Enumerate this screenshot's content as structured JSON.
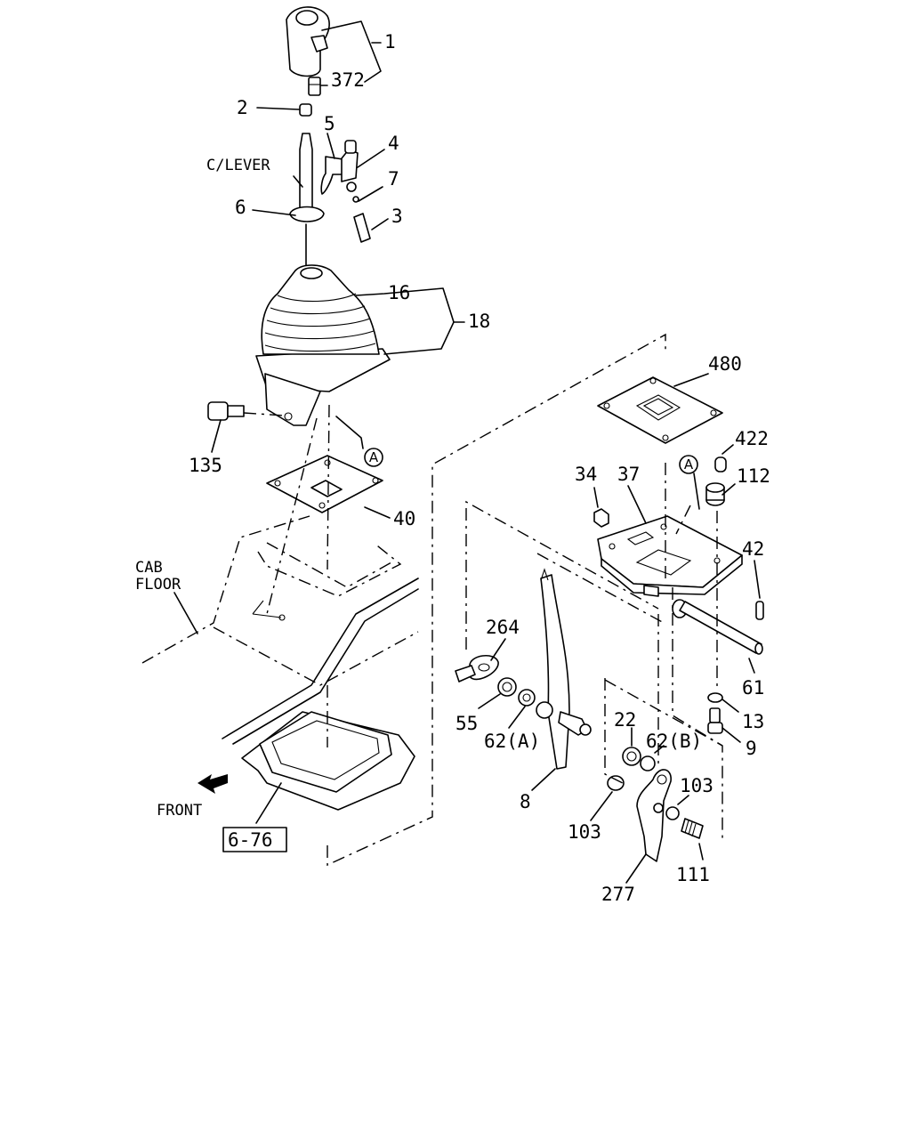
{
  "labels": {
    "p1": "1",
    "p372": "372",
    "p2": "2",
    "p5": "5",
    "p4": "4",
    "p7": "7",
    "p3": "3",
    "p6": "6",
    "clever": "C/LEVER",
    "p16": "16",
    "p18": "18",
    "p135": "135",
    "p40": "40",
    "cab1": "CAB",
    "cab2": "FLOOR",
    "front": "FRONT",
    "ref": "6-76",
    "p480": "480",
    "p422": "422",
    "p112": "112",
    "p34": "34",
    "p37": "37",
    "p42": "42",
    "p264": "264",
    "p61": "61",
    "p55": "55",
    "p13": "13",
    "p62a": "62(A)",
    "p22": "22",
    "p62b": "62(B)",
    "p9": "9",
    "p8": "8",
    "p103a": "103",
    "p103b": "103",
    "p111": "111",
    "p277": "277"
  },
  "markers": {
    "a1": "A",
    "a2": "A"
  }
}
